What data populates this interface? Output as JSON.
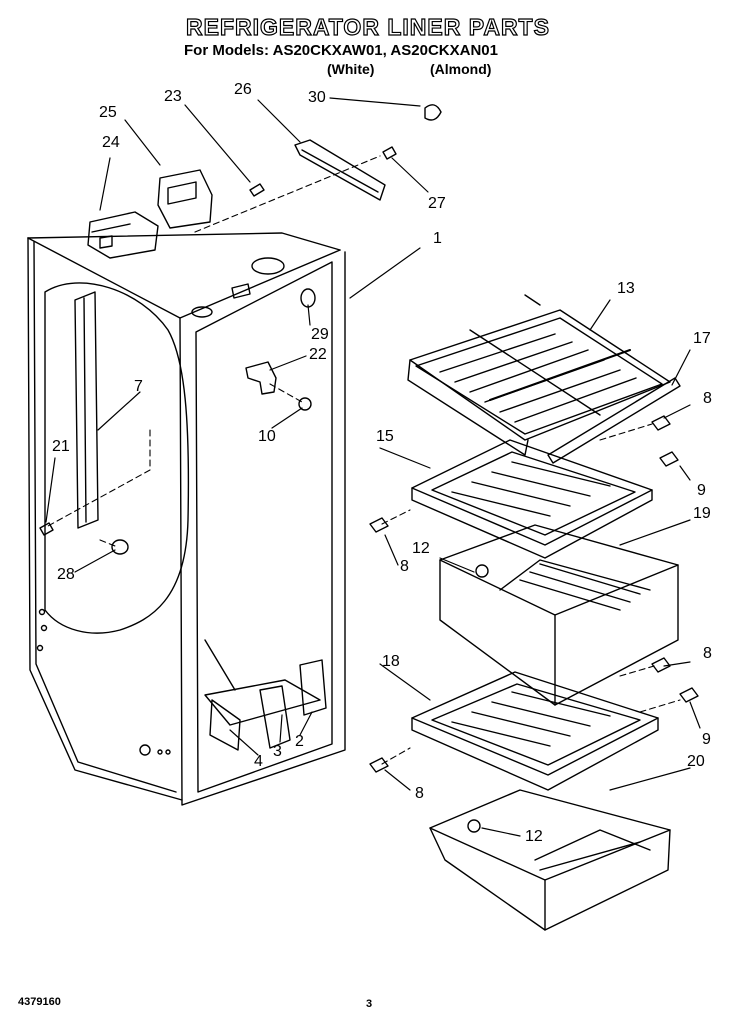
{
  "header": {
    "title": "REFRIGERATOR LINER PARTS",
    "models_line": "For Models: AS20CKXAW01, AS20CKXAN01",
    "variant_white": "(White)",
    "variant_almond": "(Almond)"
  },
  "callouts": {
    "c1": "1",
    "c2": "2",
    "c3": "3",
    "c4": "4",
    "c7": "7",
    "c8a": "8",
    "c8b": "8",
    "c8c": "8",
    "c8d": "8",
    "c9a": "9",
    "c9b": "9",
    "c10": "10",
    "c12a": "12",
    "c12b": "12",
    "c13": "13",
    "c15": "15",
    "c17": "17",
    "c18": "18",
    "c19": "19",
    "c20": "20",
    "c21": "21",
    "c22": "22",
    "c23": "23",
    "c24": "24",
    "c25": "25",
    "c26": "26",
    "c27": "27",
    "c28": "28",
    "c29": "29",
    "c30": "30"
  },
  "footer": {
    "part_number": "4379160",
    "page_number": "3"
  }
}
